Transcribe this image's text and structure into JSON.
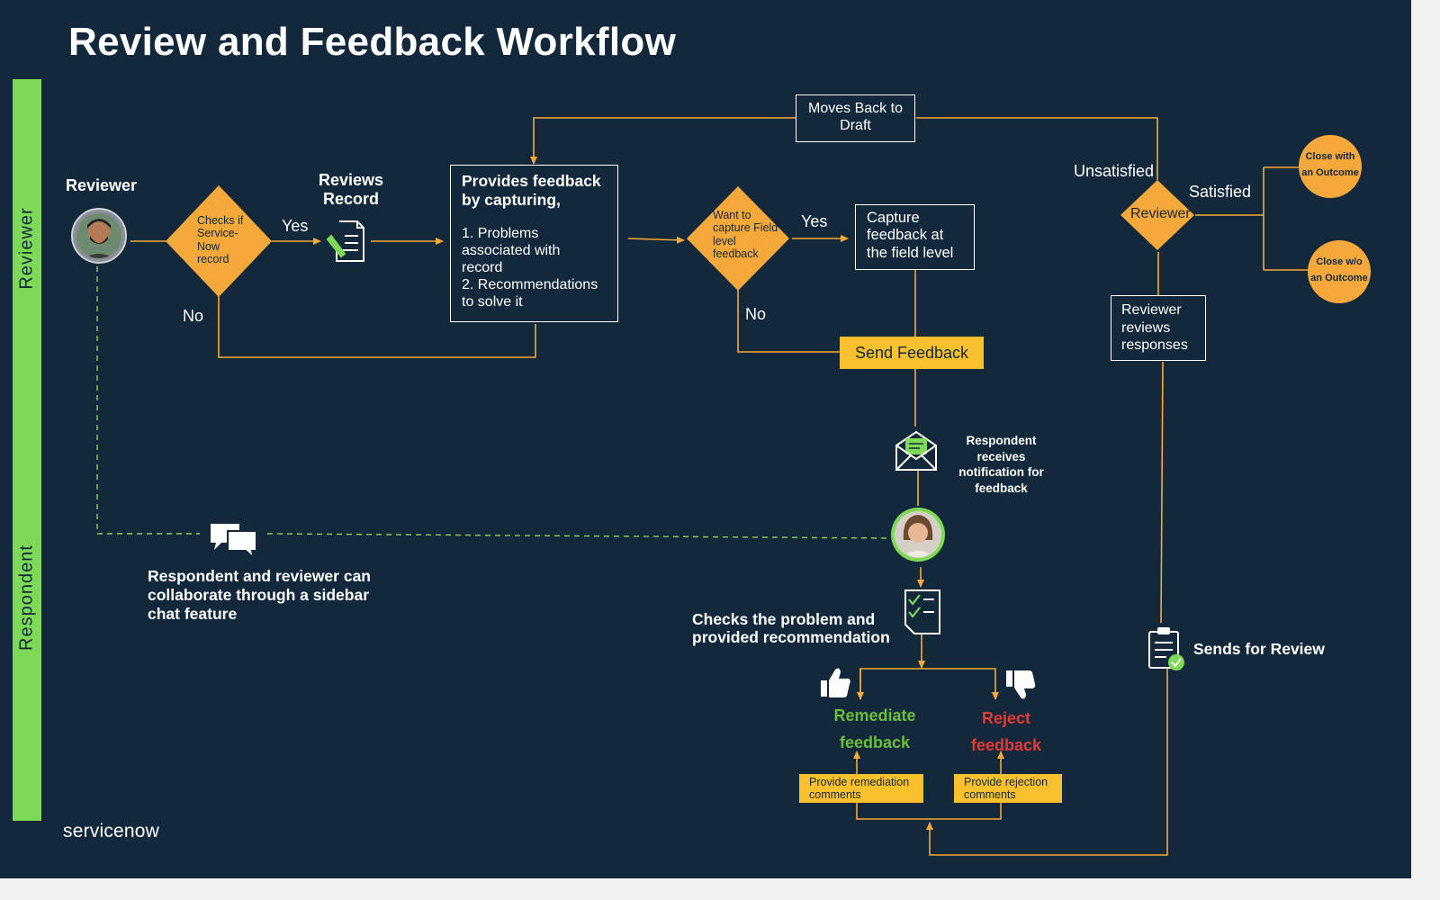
{
  "title": "Review and Feedback Workflow",
  "lanes": {
    "reviewer": "Reviewer",
    "respondent": "Respondent"
  },
  "reviewer_actor": "Reviewer",
  "decision_servicenow": [
    "Checks if",
    "Service-",
    "Now",
    "record"
  ],
  "edge_yes_1": "Yes",
  "edge_no_1": "No",
  "reviews_record": [
    "Reviews",
    "Record"
  ],
  "feedback_box": {
    "heading": [
      "Provides feedback",
      "by capturing,"
    ],
    "items": [
      "1. Problems",
      "associated with",
      "record",
      "2. Recommendations",
      "to solve it"
    ]
  },
  "decision_field": [
    "Want to",
    "capture Field",
    "level",
    "feedback"
  ],
  "edge_yes_2": "Yes",
  "edge_no_2": "No",
  "capture_field": [
    "Capture",
    "feedback at",
    "the field level"
  ],
  "send_feedback": "Send Feedback",
  "moves_back": [
    "Moves Back to",
    "Draft"
  ],
  "unsatisfied": "Unsatisfied",
  "satisfied": "Satisfied",
  "decision_reviewer": "Reviewer",
  "close_with": [
    "Close with",
    "an Outcome"
  ],
  "close_without": [
    "Close w/o",
    "an Outcome"
  ],
  "reviewer_reviews": [
    "Reviewer",
    "reviews",
    "responses"
  ],
  "notification": [
    "Respondent receives",
    "notification for",
    "feedback"
  ],
  "collab": [
    "Respondent and reviewer can",
    "collaborate through a sidebar",
    "chat feature"
  ],
  "checks_problem": [
    "Checks the problem and",
    "provided recommendation"
  ],
  "remediate": [
    "Remediate",
    "feedback"
  ],
  "reject": [
    "Reject",
    "feedback"
  ],
  "provide_remediation": [
    "Provide remediation",
    "comments"
  ],
  "provide_rejection": [
    "Provide rejection",
    "comments"
  ],
  "sends_for_review": "Sends for Review",
  "logo": "servicenow",
  "colors": {
    "background": "#13283b",
    "lane": "#7ed957",
    "accent": "#f5a93b",
    "yellow": "#fbc02d",
    "remediate": "#6abf3a",
    "reject": "#e53935",
    "dashed": "#8fd14f"
  },
  "icons": [
    "reviewer-avatar-icon",
    "document-edit-icon",
    "envelope-icon",
    "respondent-avatar-icon",
    "chat-icon",
    "checklist-icon",
    "thumbs-up-icon",
    "thumbs-down-icon",
    "clipboard-check-icon"
  ]
}
